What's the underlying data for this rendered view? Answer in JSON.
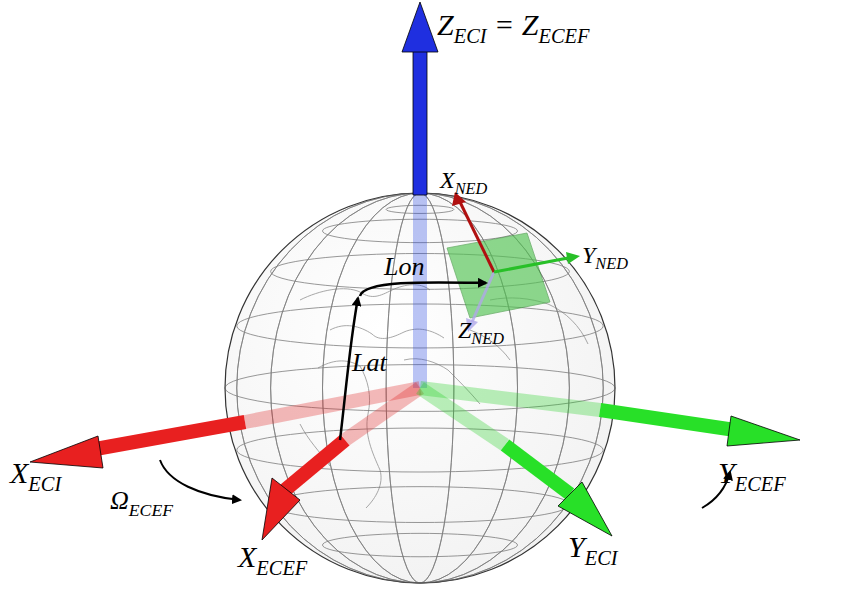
{
  "diagram": {
    "labels": [
      "ZECI = ZECEF",
      "XNED",
      "YNED",
      "ZNED",
      "Lon",
      "Lat",
      "XECI",
      "ΩECEF",
      "XECEF",
      "YECI",
      "YECEF"
    ]
  }
}
